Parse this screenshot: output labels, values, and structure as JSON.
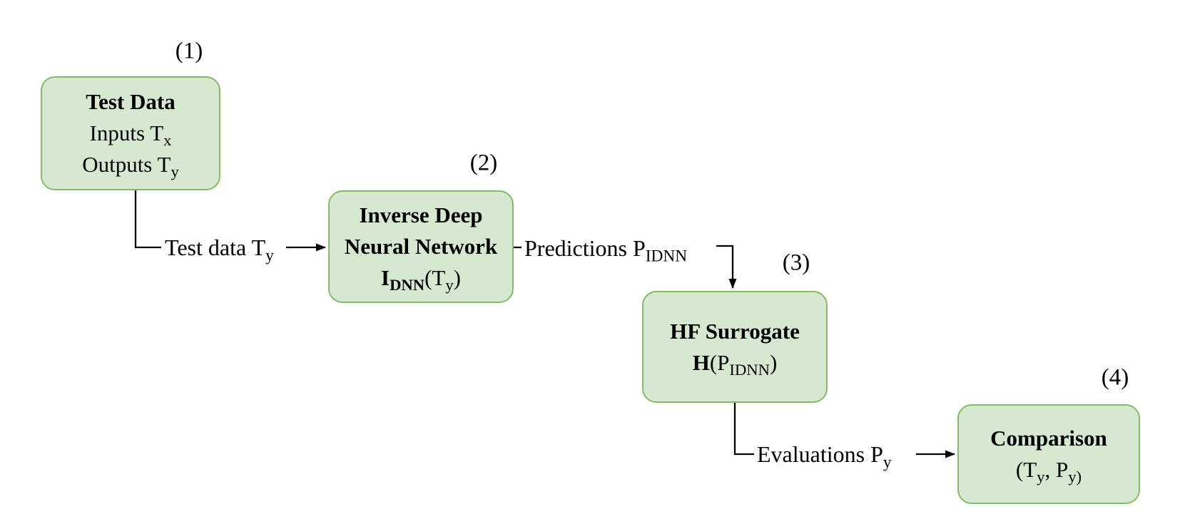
{
  "diagram": {
    "background_color": "#ffffff",
    "box_fill_color": "#d7e8d1",
    "box_border_color": "#85ba68",
    "connector_color": "#000000",
    "boxes": [
      {
        "id": "test-data",
        "number": "(1)",
        "lines": [
          {
            "runs": [
              {
                "t": "Test Data",
                "bold": true
              }
            ]
          },
          {
            "runs": [
              {
                "t": "Inputs T"
              },
              {
                "t": "x",
                "sub": true
              }
            ]
          },
          {
            "runs": [
              {
                "t": "Outputs T"
              },
              {
                "t": "y",
                "sub": true
              }
            ]
          }
        ]
      },
      {
        "id": "inverse-deep-neural-network",
        "number": "(2)",
        "lines": [
          {
            "runs": [
              {
                "t": "Inverse Deep",
                "bold": true
              }
            ]
          },
          {
            "runs": [
              {
                "t": "Neural Network",
                "bold": true
              }
            ]
          },
          {
            "runs": [
              {
                "t": "I",
                "bold": true
              },
              {
                "t": "DNN",
                "bold": true,
                "sub": true
              },
              {
                "t": "(T"
              },
              {
                "t": "y",
                "sub": true
              },
              {
                "t": ")"
              }
            ]
          }
        ]
      },
      {
        "id": "hf-surrogate",
        "number": "(3)",
        "lines": [
          {
            "runs": [
              {
                "t": "HF Surrogate",
                "bold": true
              }
            ]
          },
          {
            "runs": [
              {
                "t": "H",
                "bold": true
              },
              {
                "t": "(P"
              },
              {
                "t": "IDNN",
                "sub": true
              },
              {
                "t": ")"
              }
            ]
          }
        ]
      },
      {
        "id": "comparison",
        "number": "(4)",
        "lines": [
          {
            "runs": [
              {
                "t": "Comparison",
                "bold": true
              }
            ]
          },
          {
            "runs": [
              {
                "t": "(T"
              },
              {
                "t": "y",
                "sub": true
              },
              {
                "t": ", P"
              },
              {
                "t": "y)",
                "sub": true
              }
            ]
          }
        ]
      }
    ],
    "edges": [
      {
        "from": "test-data",
        "to": "inverse-deep-neural-network",
        "label": {
          "runs": [
            {
              "t": "Test data T"
            },
            {
              "t": "y",
              "sub": true
            }
          ]
        }
      },
      {
        "from": "inverse-deep-neural-network",
        "to": "hf-surrogate",
        "label": {
          "runs": [
            {
              "t": "Predictions P"
            },
            {
              "t": "IDNN",
              "sub": true
            }
          ]
        }
      },
      {
        "from": "hf-surrogate",
        "to": "comparison",
        "label": {
          "runs": [
            {
              "t": "Evaluations P"
            },
            {
              "t": "y",
              "sub": true
            }
          ]
        }
      }
    ]
  }
}
